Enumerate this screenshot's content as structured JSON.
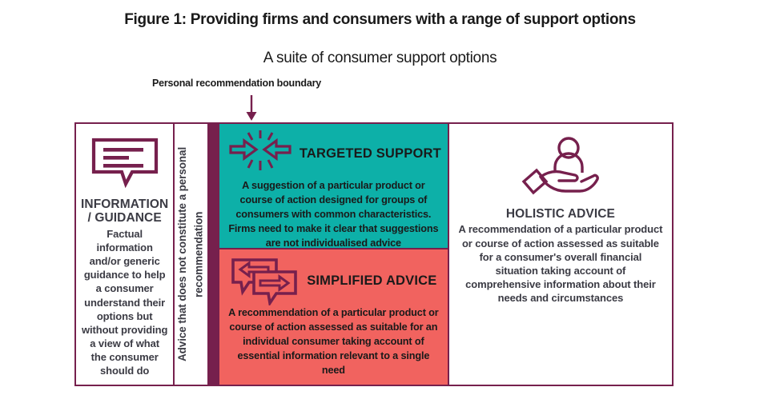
{
  "figure": {
    "title": "Figure 1: Providing firms and consumers with a range of support options",
    "subtitle": "A suite of consumer support options",
    "boundary_label": "Personal recommendation boundary"
  },
  "colors": {
    "purple": "#76204d",
    "teal": "#0db0a8",
    "red": "#f1635f",
    "text_dark": "#3b3b44",
    "text_black": "#1a1a1a"
  },
  "columns": {
    "information": {
      "icon": "speech-bubble-lines-icon",
      "heading": "INFORMATION / GUIDANCE",
      "body": "Factual information and/or generic guidance to help a consumer understand their options but without providing a view of what the consumer should do"
    },
    "vertical_divider": {
      "text": "Advice that does not constitute a personal recommendation"
    },
    "targeted_support": {
      "icon": "converging-arrows-icon",
      "heading": "TARGETED SUPPORT",
      "body": "A suggestion of a particular product or course of action designed for groups of consumers with common characteristics. Firms need to make it clear that suggestions are not individualised advice"
    },
    "simplified_advice": {
      "icon": "two-speech-bubbles-exchange-icon",
      "heading": "SIMPLIFIED ADVICE",
      "body": "A recommendation of a particular product or course of action assessed as suitable for an individual consumer taking account of essential information relevant to a single need"
    },
    "holistic_advice": {
      "icon": "hand-holding-person-icon",
      "heading": "HOLISTIC ADVICE",
      "body": "A recommendation of a particular product or course of action assessed as suitable for a consumer's overall financial situation taking account of comprehensive information about their needs and circumstances"
    }
  }
}
